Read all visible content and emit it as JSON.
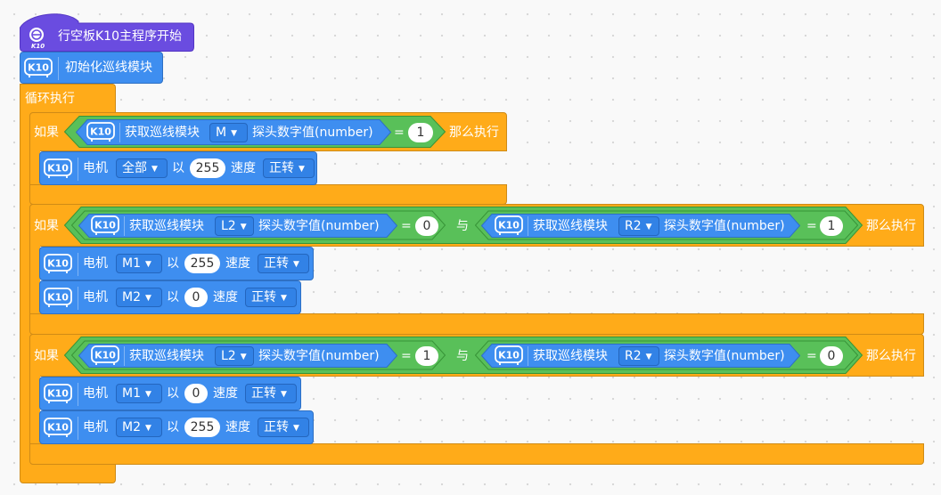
{
  "colors": {
    "control": "#ffab19",
    "operator": "#59c059",
    "extension": "#3e8ef0",
    "hat": "#6a4ce0"
  },
  "icons": {
    "hat": "k10-board-icon",
    "block": "k10-icon"
  },
  "hat": {
    "label": "行空板K10主程序开始",
    "logo_text": "K10"
  },
  "init_block": {
    "label": "初始化巡线模块"
  },
  "loop": {
    "label": "循环执行"
  },
  "if1": {
    "if_label": "如果",
    "then_label": "那么执行",
    "sensor": {
      "get_label": "获取巡线模块",
      "probe": "M",
      "value_label": "探头数字值(number)"
    },
    "eq": "=",
    "compare": "1",
    "motor": {
      "label": "电机",
      "motor": "全部",
      "by_label": "以",
      "speed": "255",
      "speed_label": "速度",
      "dir": "正转"
    }
  },
  "if2": {
    "if_label": "如果",
    "then_label": "那么执行",
    "and_label": "与",
    "eq": "=",
    "left": {
      "get_label": "获取巡线模块",
      "probe": "L2",
      "value_label": "探头数字值(number)",
      "compare": "0"
    },
    "right": {
      "get_label": "获取巡线模块",
      "probe": "R2",
      "value_label": "探头数字值(number)",
      "compare": "1"
    },
    "motors": [
      {
        "label": "电机",
        "motor": "M1",
        "by_label": "以",
        "speed": "255",
        "speed_label": "速度",
        "dir": "正转"
      },
      {
        "label": "电机",
        "motor": "M2",
        "by_label": "以",
        "speed": "0",
        "speed_label": "速度",
        "dir": "正转"
      }
    ]
  },
  "if3": {
    "if_label": "如果",
    "then_label": "那么执行",
    "and_label": "与",
    "eq": "=",
    "left": {
      "get_label": "获取巡线模块",
      "probe": "L2",
      "value_label": "探头数字值(number)",
      "compare": "1"
    },
    "right": {
      "get_label": "获取巡线模块",
      "probe": "R2",
      "value_label": "探头数字值(number)",
      "compare": "0"
    },
    "motors": [
      {
        "label": "电机",
        "motor": "M1",
        "by_label": "以",
        "speed": "0",
        "speed_label": "速度",
        "dir": "正转"
      },
      {
        "label": "电机",
        "motor": "M2",
        "by_label": "以",
        "speed": "255",
        "speed_label": "速度",
        "dir": "正转"
      }
    ]
  }
}
